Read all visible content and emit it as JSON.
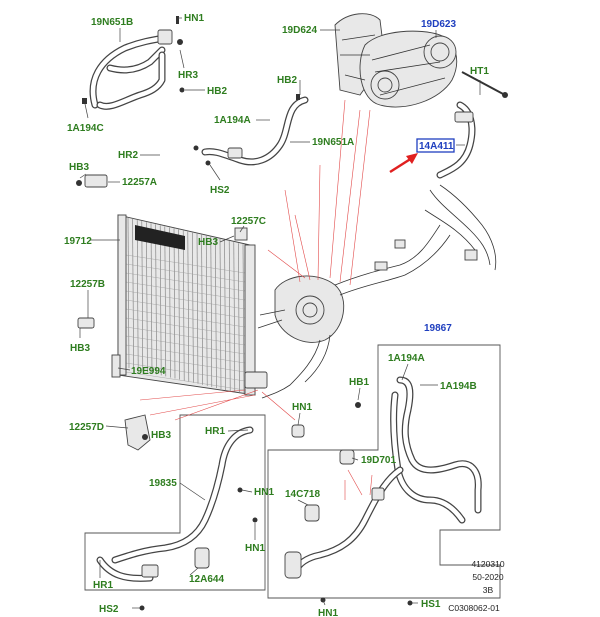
{
  "labels": {
    "hn1_top": "HN1",
    "p19n651b": "19N651B",
    "hr3": "HR3",
    "hb2_top": "HB2",
    "p1a194c": "1A194C",
    "p19d624": "19D624",
    "p19d623": "19D623",
    "ht1": "HT1",
    "hb2_mid": "HB2",
    "p1a194a_top": "1A194A",
    "p19n651a": "19N651A",
    "p14a411": "14A411",
    "hr2": "HR2",
    "hs2_top": "HS2",
    "hb3_top": "HB3",
    "p12257a": "12257A",
    "p12257c": "12257C",
    "hb3_mid": "HB3",
    "p19712": "19712",
    "p12257b": "12257B",
    "hb3_left": "HB3",
    "p19e994": "19E994",
    "p19867": "19867",
    "p1a194a_right": "1A194A",
    "hb1": "HB1",
    "p1a194b": "1A194B",
    "hn1_center": "HN1",
    "p12257d": "12257D",
    "hb3_low": "HB3",
    "hr1_top": "HR1",
    "p19835": "19835",
    "hn1_low": "HN1",
    "p19d701": "19D701",
    "p14c718": "14C718",
    "hn1_bottom_left": "HN1",
    "hr1_bottom": "HR1",
    "p12a644": "12A644",
    "hs2_bottom": "HS2",
    "hn1_bottom": "HN1",
    "hs1": "HS1"
  },
  "reference": {
    "line1": "4120310",
    "line2": "50-2020",
    "line3": "3B",
    "line4": "C0308062-01"
  },
  "colors": {
    "label_green": "#2e7d1f",
    "label_blue": "#1f3fbf",
    "arrow_red": "#e02020",
    "leader_red": "#e24a4a"
  }
}
